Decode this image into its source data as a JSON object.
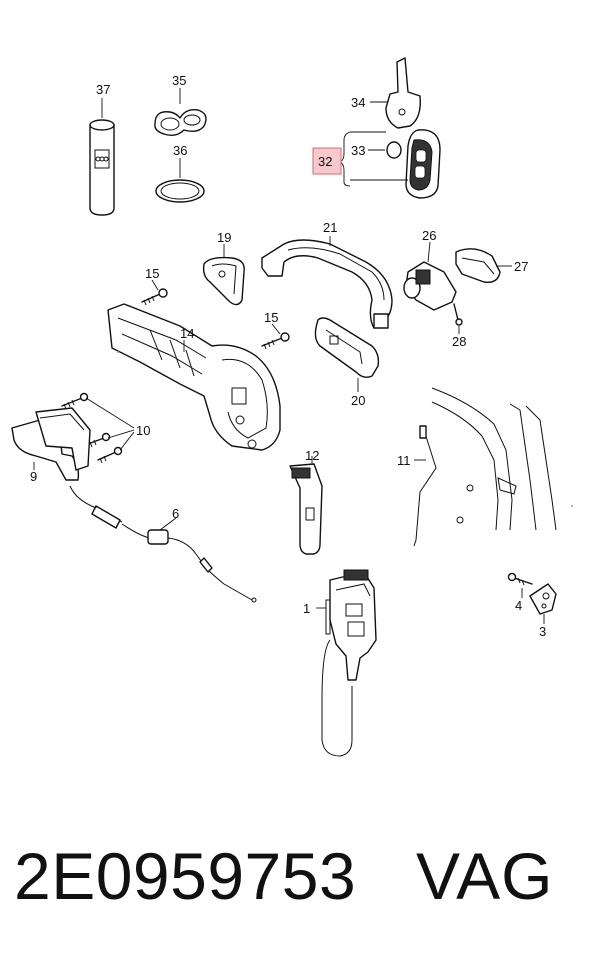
{
  "labels": {
    "p1": "1",
    "p3": "3",
    "p4": "4",
    "p6": "6",
    "p9": "9",
    "p10": "10",
    "p11": "11",
    "p12": "12",
    "p14": "14",
    "p15a": "15",
    "p15b": "15",
    "p19": "19",
    "p20": "20",
    "p21": "21",
    "p26": "26",
    "p27": "27",
    "p28": "28",
    "p32": "32",
    "p33": "33",
    "p34": "34",
    "p35": "35",
    "p36": "36",
    "p37": "37"
  },
  "highlighted_label": "32",
  "footer": {
    "part_number": "2E0959753",
    "brand": "VAG"
  },
  "colors": {
    "highlight_fill": "#f6c9cc",
    "highlight_border": "#d96a72"
  }
}
